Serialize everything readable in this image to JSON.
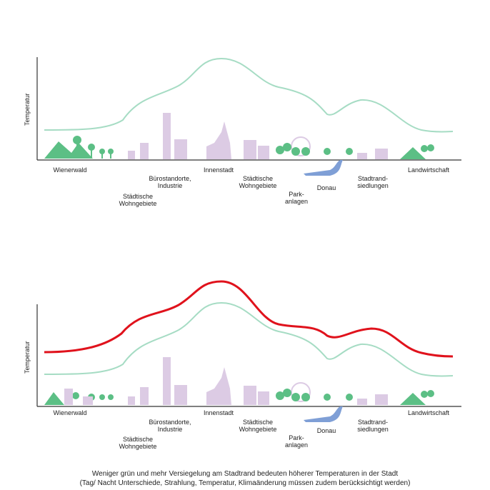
{
  "panels": [
    {
      "ylabel": "Temperatur",
      "zones": [
        "Wienerwald",
        "Städtische\nWohngebiete",
        "Bürostandorte,\nIndustrie",
        "Innenstadt",
        "Städtische\nWohngebiete",
        "Park-\nanlagen",
        "Donau",
        "Stadtrand-\nsiedlungen",
        "Landwirtschaft"
      ],
      "curves": [
        {
          "style": "current",
          "color": "#a6dcc4"
        }
      ]
    },
    {
      "ylabel": "Temperatur",
      "zones": [
        "Wienerwald",
        "Städtische\nWohngebiete",
        "Bürostandorte,\nIndustrie",
        "Innenstadt",
        "Städtische\nWohngebiete",
        "Park-\nanlagen",
        "Donau",
        "Stadtrand-\nsiedlungen",
        "Landwirtschaft"
      ],
      "curves": [
        {
          "style": "current",
          "color": "#a6dcc4"
        },
        {
          "style": "future",
          "color": "#e0121c"
        }
      ]
    }
  ],
  "caption": {
    "line1": "Weniger grün und mehr Versiegelung am Stadtrand bedeuten höherer Temperaturen in der Stadt",
    "line2": "(Tag/ Nacht Unterschiede, Strahlung, Temperatur, Klimaänderung müssen zudem berücksichtigt werden)"
  },
  "colors": {
    "green": "#5cbf85",
    "building": "#dccbe4",
    "river": "#7f9fd6",
    "axis": "#333333"
  }
}
